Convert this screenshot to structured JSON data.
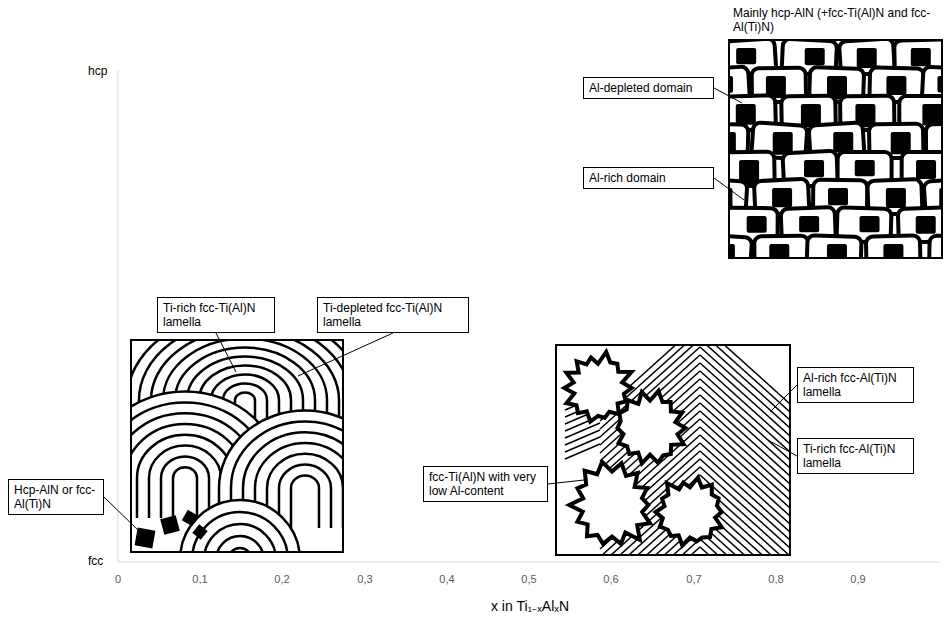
{
  "diagram": {
    "nodes": [
      {
        "text": [
          "Al-depleted domain"
        ]
      },
      {
        "text": [
          "Al-rich domain"
        ]
      },
      {
        "text": [
          "Ti-rich fcc-Ti(Al)N lamella"
        ]
      },
      {
        "text": [
          "Ti-depleted fcc-Ti(Al)N lamella"
        ]
      },
      {
        "text": [
          "Hcp-AlN or fcc-Al(Ti)N"
        ]
      },
      {
        "text": [
          "Al-rich fcc-Al(Ti)N lamella"
        ]
      },
      {
        "text": [
          "fcc-Ti(Al)N with very low Al-content"
        ]
      },
      {
        "text": [
          "Ti-rich fcc-Al(Ti)N lamella"
        ]
      }
    ],
    "labels": [
      "Mainly hcp-AlN (+fcc-Ti(Al)N and fcc-Al(Ti)N)",
      "hcp",
      "fcc",
      "0",
      "0,1",
      "0,2",
      "0,3",
      "0,4",
      "0,5",
      "0,6",
      "0,7",
      "0,8",
      "0,9",
      "x in Ti₁₋ₓAlₓN"
    ]
  }
}
